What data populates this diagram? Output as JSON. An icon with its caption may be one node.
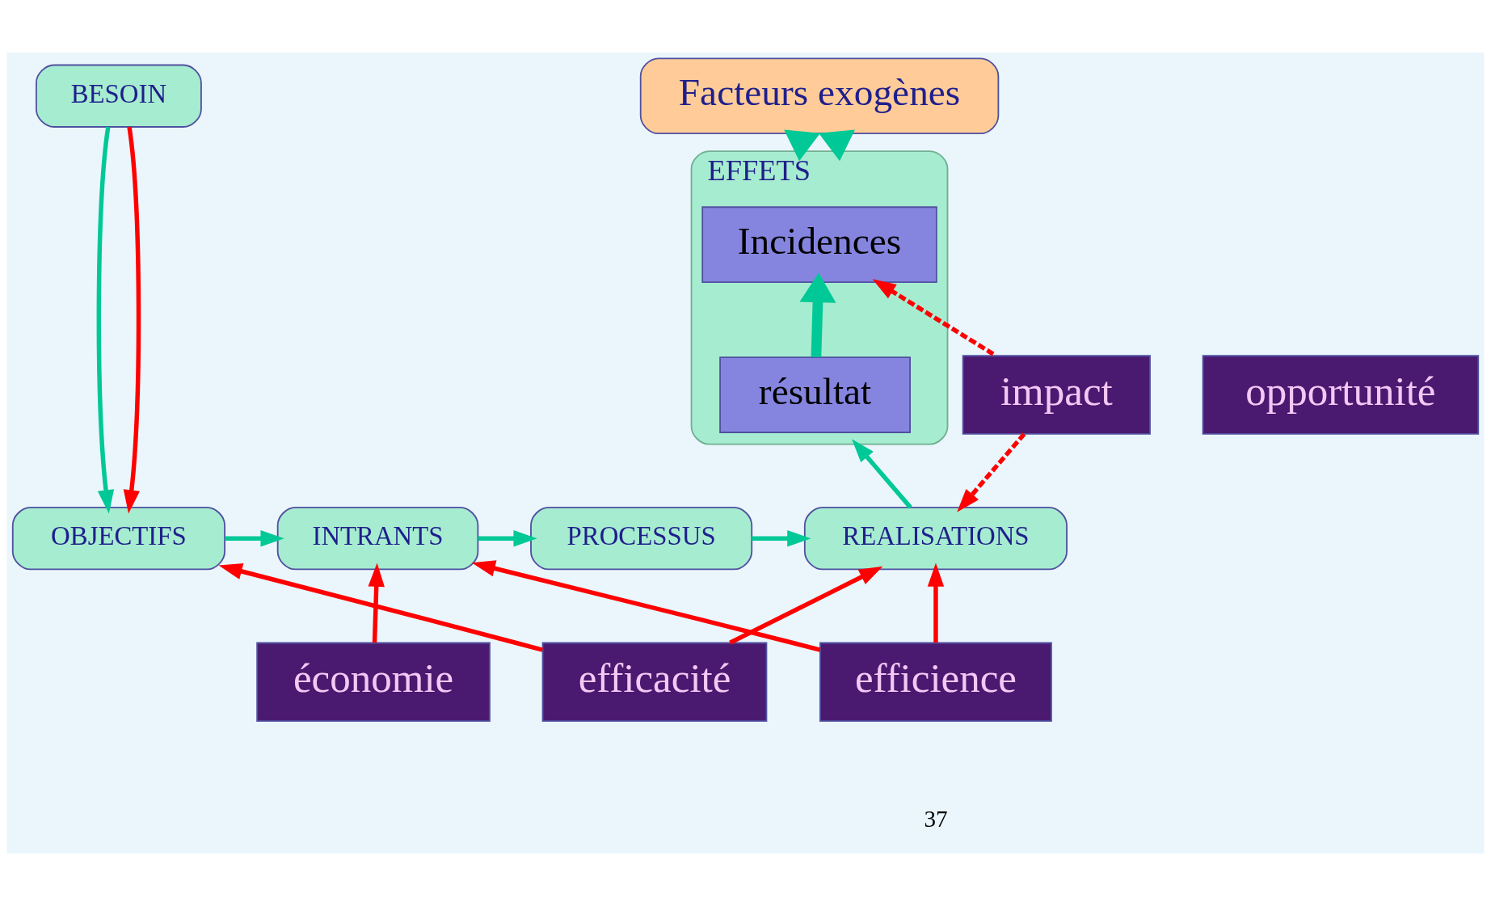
{
  "diagram": {
    "nodes": [
      {
        "text": [
          "BESOIN"
        ]
      },
      {
        "text": [
          "Facteurs exogènes"
        ]
      },
      {
        "text": [
          "EFFETS"
        ]
      },
      {
        "text": [
          "Incidences"
        ],
        "in": 2
      },
      {
        "text": [
          "résultat"
        ],
        "in": 2
      },
      {
        "text": [
          "opportunité"
        ]
      },
      {
        "text": [
          "impact"
        ]
      },
      {
        "text": [
          "OBJECTIFS"
        ]
      },
      {
        "text": [
          "INTRANTS"
        ]
      },
      {
        "text": [
          "PROCESSUS"
        ]
      },
      {
        "text": [
          "REALISATIONS"
        ]
      },
      {
        "text": [
          "économie"
        ]
      },
      {
        "text": [
          "efficience"
        ]
      },
      {
        "text": [
          "efficacité"
        ]
      }
    ],
    "edges": [
      {
        "from": 0,
        "to": 7,
        "arrow": "to",
        "color": "#00c896"
      },
      {
        "from": 0,
        "to": 7,
        "arrow": "to",
        "color": "#ff0000"
      },
      {
        "from": 1,
        "to": 2,
        "arrow": "to",
        "style": "thick",
        "color": "#00c896"
      },
      {
        "from": 1,
        "to": 2,
        "arrow": "to",
        "style": "thick",
        "color": "#00c896"
      },
      {
        "from": 4,
        "to": 3,
        "arrow": "to",
        "style": "thick",
        "color": "#00c896"
      },
      {
        "from": 7,
        "to": 8,
        "arrow": "to",
        "color": "#00c896"
      },
      {
        "from": 8,
        "to": 9,
        "arrow": "to",
        "color": "#00c896"
      },
      {
        "from": 9,
        "to": 10,
        "arrow": "to",
        "color": "#00c896"
      },
      {
        "from": 10,
        "to": 2,
        "arrow": "to",
        "color": "#00c896"
      },
      {
        "from": 6,
        "to": 3,
        "arrow": "to",
        "style": "dashed",
        "color": "#ff0000"
      },
      {
        "from": 6,
        "to": 10,
        "arrow": "to",
        "style": "dashed",
        "color": "#ff0000"
      },
      {
        "from": 11,
        "to": 8,
        "arrow": "to",
        "color": "#ff0000"
      },
      {
        "from": 12,
        "to": 8,
        "arrow": "to",
        "color": "#ff0000"
      },
      {
        "from": 12,
        "to": 10,
        "arrow": "to",
        "color": "#ff0000"
      },
      {
        "from": 13,
        "to": 7,
        "arrow": "to",
        "color": "#ff0000"
      },
      {
        "from": 13,
        "to": 10,
        "arrow": "to",
        "color": "#ff0000"
      }
    ],
    "labels": [
      "37"
    ]
  }
}
